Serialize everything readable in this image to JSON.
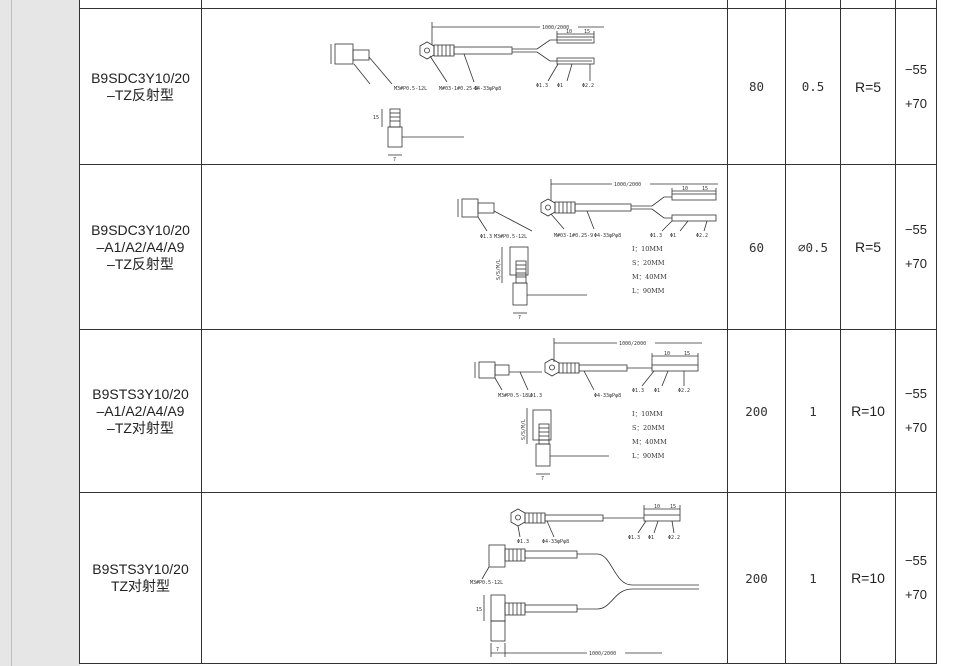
{
  "rows": [
    {
      "model_lines": [
        "B9SDC3Y10/20",
        "–TZ反射型"
      ],
      "col_a": "80",
      "col_b": "0.5",
      "radius": "R=5",
      "temp_low": "−55",
      "temp_high": "+70"
    },
    {
      "model_lines": [
        "B9SDC3Y10/20",
        "–A1/A2/A4/A9",
        "–TZ反射型"
      ],
      "col_a": "60",
      "col_b": "∅0.5",
      "radius": "R=5",
      "temp_low": "−55",
      "temp_high": "+70"
    },
    {
      "model_lines": [
        "B9STS3Y10/20",
        "–A1/A2/A4/A9",
        "–TZ对射型"
      ],
      "col_a": "200",
      "col_b": "1",
      "radius": "R=10",
      "temp_low": "−55",
      "temp_high": "+70"
    },
    {
      "model_lines": [
        "B9STS3Y10/20",
        "TZ对射型"
      ],
      "col_a": "200",
      "col_b": "1",
      "radius": "R=10",
      "temp_low": "−55",
      "temp_high": "+70"
    }
  ],
  "drawings": {
    "d1": {
      "cable_length": "1000/2000",
      "dim_a": "10",
      "dim_b": "15",
      "thread": "M3#P0.5-12L",
      "spec1": "M#03-1#0.25-9",
      "spec2": "Φ4-33φPφ8",
      "tip1": "Φ1.3",
      "tip2": "Φ1",
      "tip3": "Φ2.2",
      "dim_h": "15",
      "dim_w": "7"
    },
    "d2": {
      "cable_length": "1000/2000",
      "dim_a": "10",
      "dim_b": "15",
      "thread": "M3#P0.5-12L",
      "spec1": "M#03-1#0.25-9",
      "spec2": "Φ4-33φPφ8",
      "spec3": "Φ1.3",
      "tip1": "Φ1.3",
      "tip2": "Φ1",
      "tip3": "Φ2.2",
      "dim_v": "S/S/M/L",
      "dim_w": "7",
      "legend": [
        "I：10MM",
        "S：20MM",
        "M：40MM",
        "L：90MM"
      ]
    },
    "d3": {
      "cable_length": "1000/2000",
      "dim_a": "10",
      "dim_b": "15",
      "thread": "M3#P0.5-18L",
      "spec1": "Φ1.3",
      "spec2": "Φ4-33φPφ8",
      "tip1": "Φ1.3",
      "tip2": "Φ1",
      "tip3": "Φ2.2",
      "dim_v": "S/S/M/L",
      "dim_w": "7",
      "legend": [
        "I：10MM",
        "S：20MM",
        "M：40MM",
        "L：90MM"
      ]
    },
    "d4": {
      "dim_a": "10",
      "dim_b": "15",
      "spec1": "Φ1.3",
      "spec2": "Φ4-33φPφ8",
      "tip1": "Φ1.3",
      "tip2": "Φ1",
      "tip3": "Φ2.2",
      "thread": "M3#P0.5-12L",
      "dim_h": "15",
      "dim_w": "7",
      "cable_length": "1000/2000"
    }
  }
}
